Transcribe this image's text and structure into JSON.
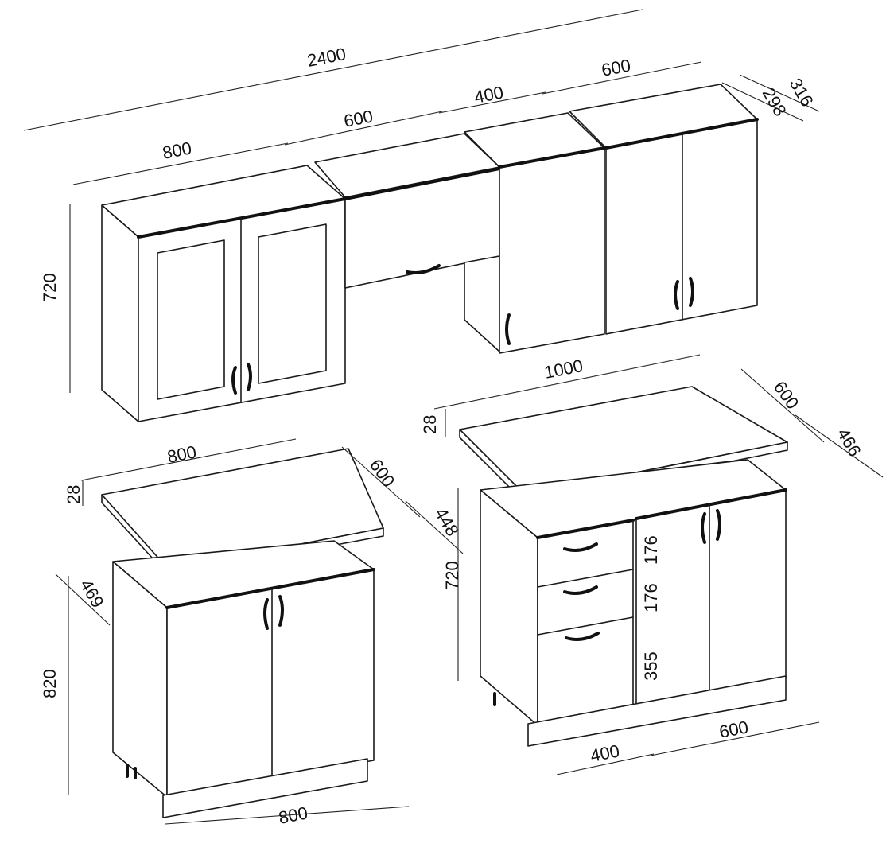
{
  "dimensions": {
    "upper_total_width": "2400",
    "upper_glass_cabinet_width": "800",
    "upper_lift_cabinet_width": "600",
    "upper_narrow_cabinet_width": "400",
    "upper_double_cabinet_width": "600",
    "upper_outer_depth": "316",
    "upper_inner_depth": "298",
    "upper_height": "720",
    "worktop_small_width": "800",
    "worktop_small_depth": "600",
    "worktop_small_thickness": "28",
    "base_small_depth": "469",
    "base_small_height": "820",
    "base_small_width": "800",
    "worktop_large_width": "1000",
    "worktop_large_depth": "600",
    "worktop_large_thickness": "28",
    "base_large_outer_depth": "466",
    "base_large_inner_depth": "448",
    "base_large_height": "720",
    "drawer_top_height": "176",
    "drawer_middle_height": "176",
    "drawer_bottom_height": "355",
    "drawer_unit_width": "400",
    "door_unit_width": "600"
  }
}
